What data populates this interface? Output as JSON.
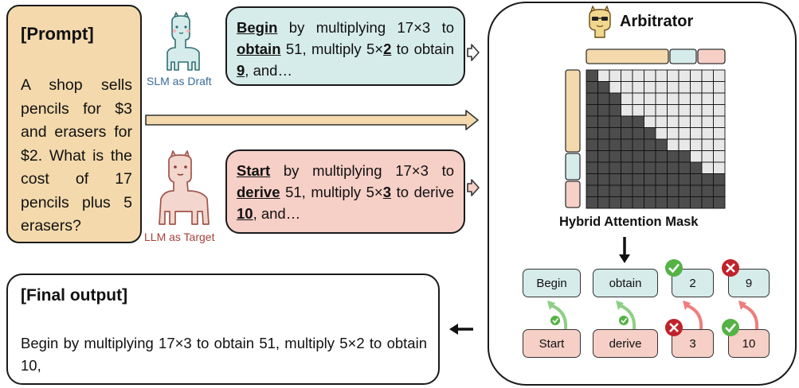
{
  "prompt": {
    "title": "[Prompt]",
    "text": "A shop sells pencils for $3 and erasers for $2. What is the cost of 17 pencils plus 5 erasers?"
  },
  "draft": {
    "label": "SLM as Draft",
    "segments": [
      {
        "text": "Begin",
        "em": true
      },
      {
        "text": " by multiplying 17×3 to ",
        "em": false
      },
      {
        "text": "obtain",
        "em": true
      },
      {
        "text": " 51, multiply 5×",
        "em": false
      },
      {
        "text": "2",
        "em": true
      },
      {
        "text": " to obtain ",
        "em": false
      },
      {
        "text": "9",
        "em": true
      },
      {
        "text": ", and…",
        "em": false
      }
    ]
  },
  "target": {
    "label": "LLM as Target",
    "segments": [
      {
        "text": "Start",
        "em": true
      },
      {
        "text": " by multiplying 17×3 to ",
        "em": false
      },
      {
        "text": "derive",
        "em": true
      },
      {
        "text": " 51, multiply 5×",
        "em": false
      },
      {
        "text": "3",
        "em": true
      },
      {
        "text": " to derive ",
        "em": false
      },
      {
        "text": "10",
        "em": true
      },
      {
        "text": ", and…",
        "em": false
      }
    ]
  },
  "arbitrator": {
    "title": "Arbitrator",
    "mask_title": "Hybrid Attention Mask",
    "draft_tokens": [
      {
        "text": "Begin",
        "status": "none"
      },
      {
        "text": "obtain",
        "status": "none"
      },
      {
        "text": "2",
        "status": "accept"
      },
      {
        "text": "9",
        "status": "reject"
      }
    ],
    "target_tokens": [
      {
        "text": "Start",
        "status": "accept"
      },
      {
        "text": "derive",
        "status": "accept"
      },
      {
        "text": "3",
        "status": "reject"
      },
      {
        "text": "10",
        "status": "accept"
      }
    ]
  },
  "final": {
    "title": "[Final output]",
    "text": "Begin by multiplying 17×3 to obtain 51, multiply 5×2 to obtain 10,"
  },
  "colors": {
    "prompt": "#f3d9ac",
    "draft": "#d6ecea",
    "target": "#f6cfc6",
    "mask_dark": "#4d4d4d",
    "mask_light": "#e8e8e8",
    "accept": "#55b245",
    "reject": "#c0232b",
    "arrow_green": "#8fce86",
    "arrow_red": "#ef7d7d"
  }
}
